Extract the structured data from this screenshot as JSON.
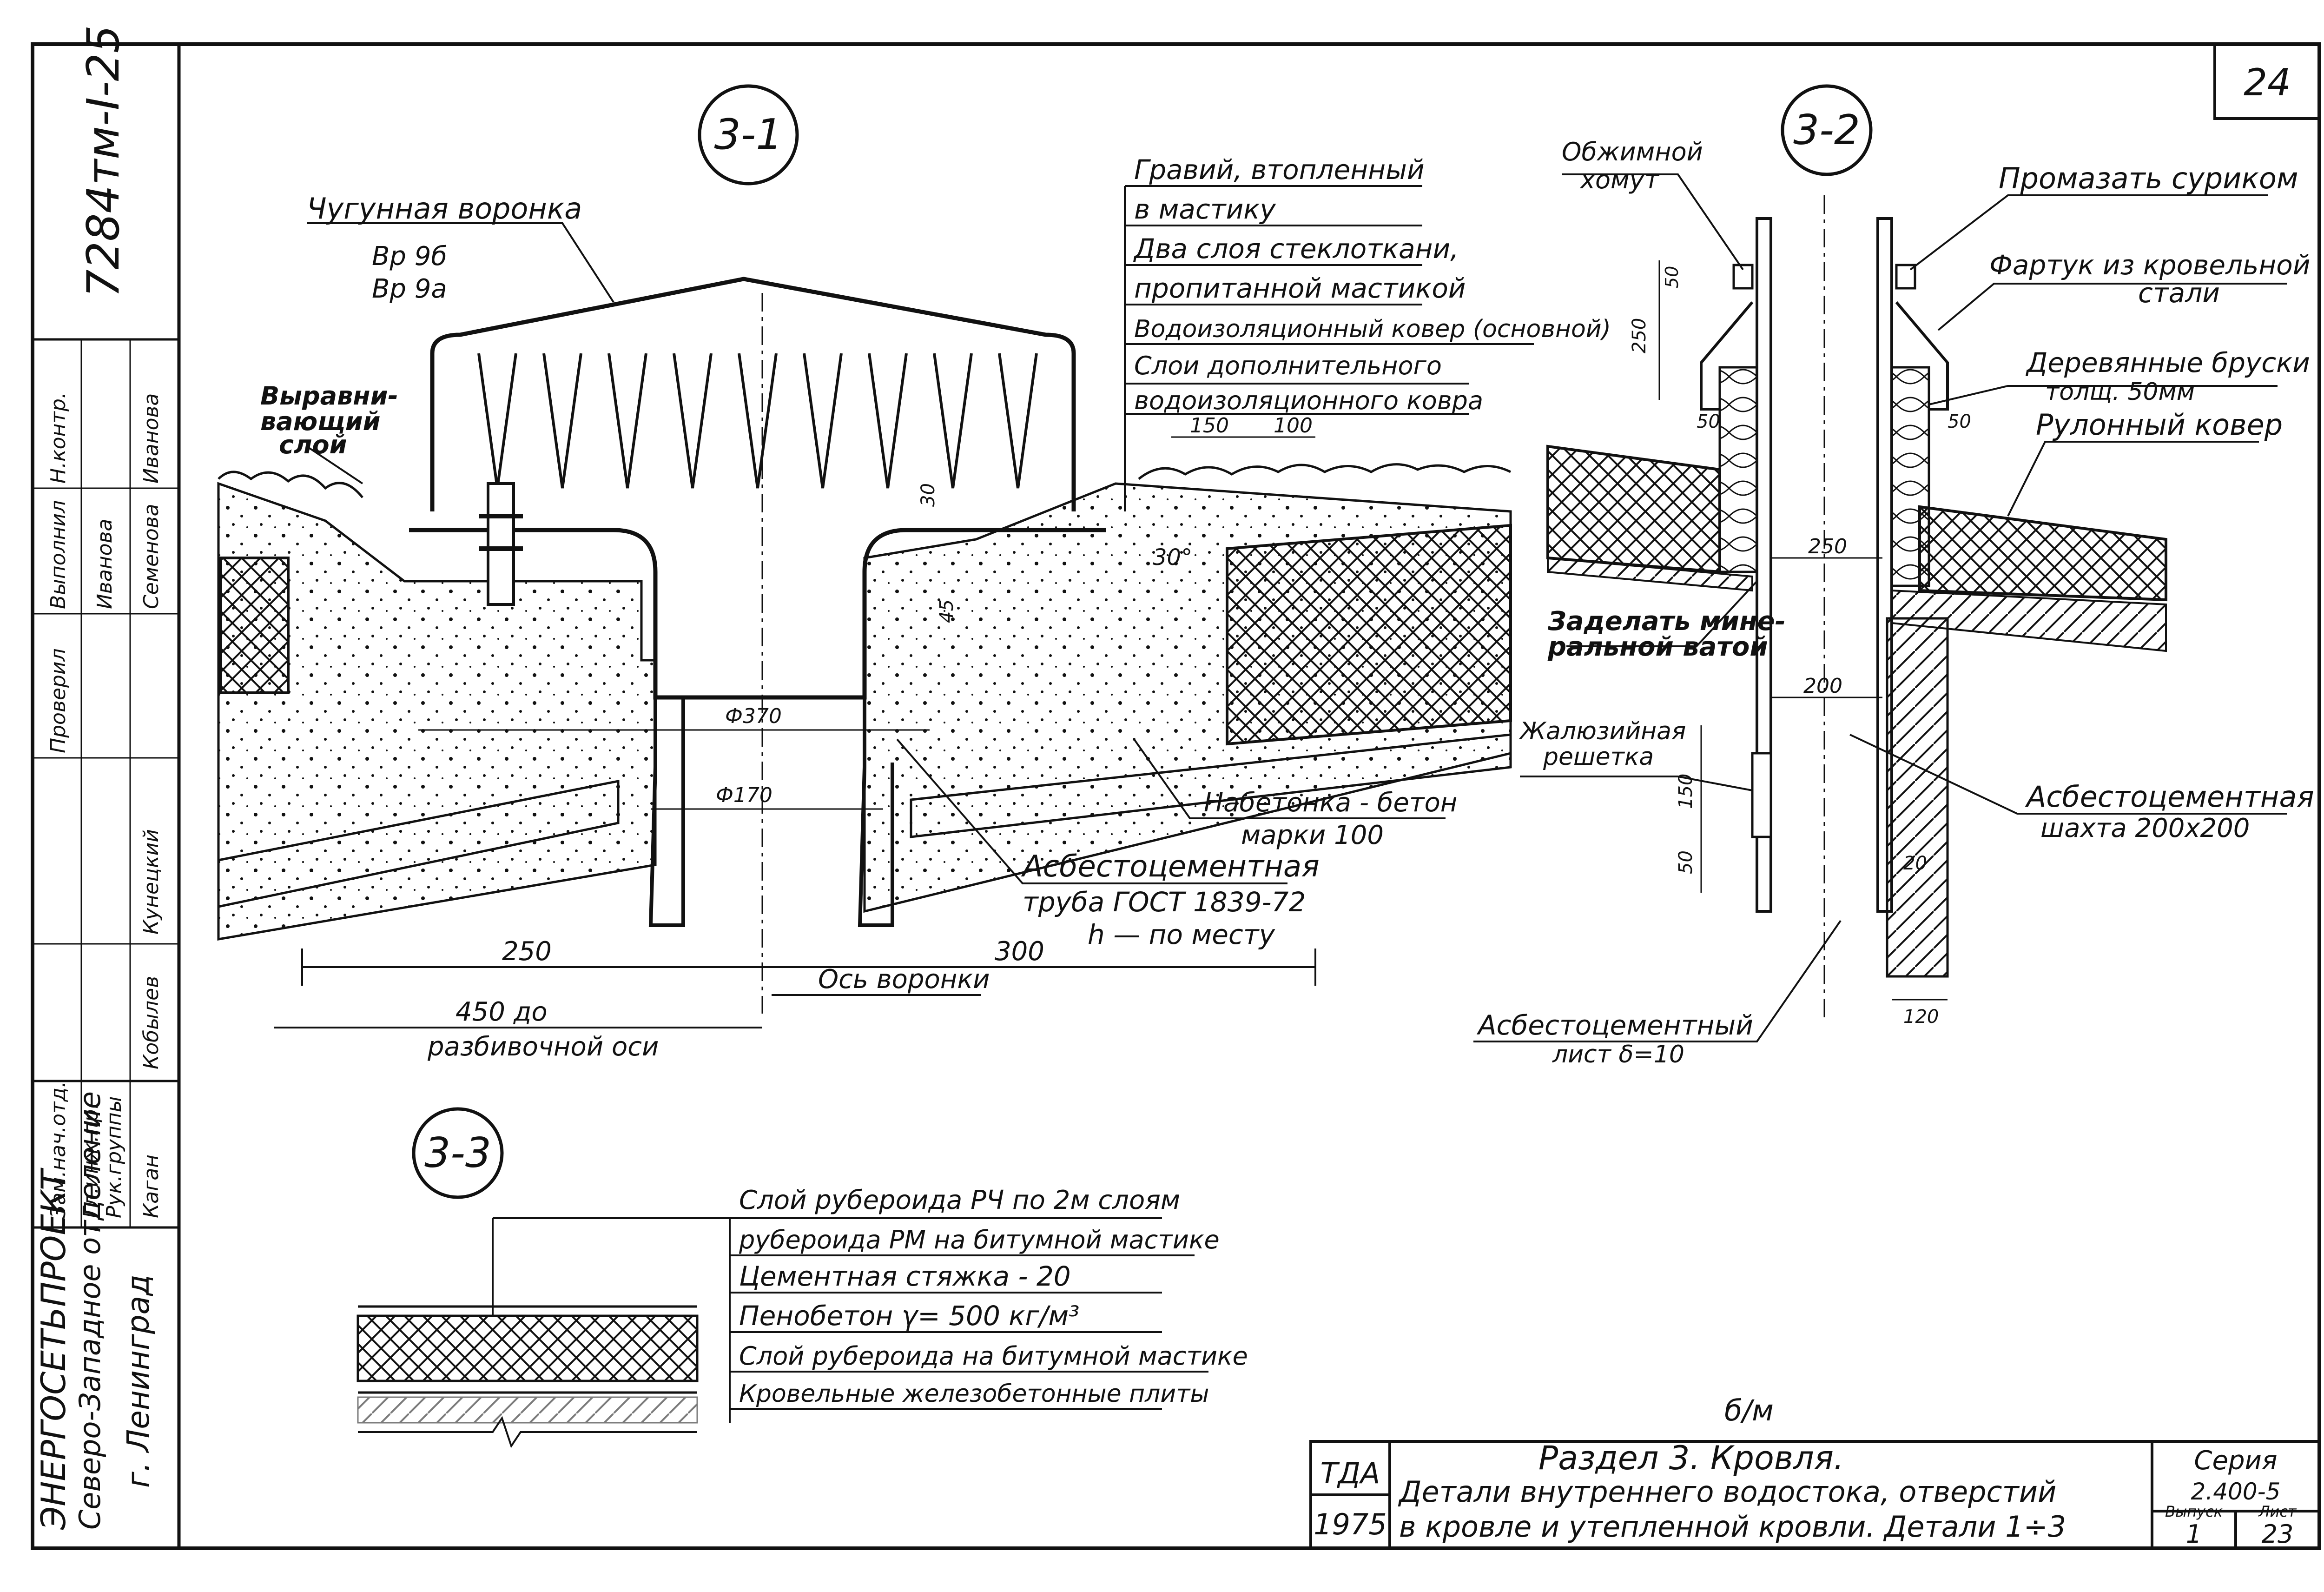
{
  "sheet_number": "24",
  "side_stamp": {
    "code": "7284тм-I-25",
    "org": "ЭНЕРГОСЕТЬПРОЕКТ",
    "branch": "Северо-Западное отделение",
    "city": "г. Ленинград",
    "roles": [
      "Зам.нач.отд.",
      "Гл.инж.пр.",
      "Рук.группы",
      "Н.контр.",
      "Проверил",
      "Выполнил"
    ],
    "names": [
      "Каган",
      "Кобылев",
      "Кунецкий",
      "Иванова",
      "Семенова",
      "Иванова"
    ]
  },
  "detail_3_1": {
    "marker": "3-1",
    "funnel_label": "Чугунная воронка",
    "funnel_types": [
      "Вр 9б",
      "Вр 9а"
    ],
    "leveling_layer": [
      "Выравни-",
      "вающий",
      "слой"
    ],
    "legend": [
      "Гравий, втопленный",
      "в мастику",
      "Два слоя стеклоткани,",
      "пропитанной мастикой",
      "Водоизоляционный ковер (основной)",
      "Слои дополнительного",
      "водоизоляционного ковра"
    ],
    "dim_150": "150",
    "dim_100": "100",
    "dim_30": "30",
    "dim_45": "45",
    "angle": "30°",
    "diam_370": "Ф370",
    "diam_170": "Ф170",
    "concrete_label": [
      "Набетонка - бетон",
      "марки 100"
    ],
    "pipe_label": [
      "Асбестоцементная",
      "труба ГОСТ 1839-72",
      "h — по месту"
    ],
    "dim_250": "250",
    "dim_300": "300",
    "axis_label": "Ось воронки",
    "dim_450_label": [
      "450 до",
      "разбивочной оси"
    ]
  },
  "detail_3_2": {
    "marker": "3-2",
    "clamp_label": [
      "Обжимной",
      "хомут"
    ],
    "paint_label": "Промазать суриком",
    "apron_label": [
      "Фартук из кровельной",
      "стали"
    ],
    "bars_label": [
      "Деревянные бруски",
      "толщ. 50мм"
    ],
    "roll_label": "Рулонный ковер",
    "seal_label": [
      "Заделать мине-",
      "ральной ватой"
    ],
    "grate_label": [
      "Жалюзийная",
      "решетка"
    ],
    "shaft_label": [
      "Асбестоцементная",
      "шахта 200х200"
    ],
    "sheet_label": [
      "Асбестоцементный",
      "лист δ=10"
    ],
    "dims": [
      "50",
      "250",
      "50",
      "50",
      "250",
      "200",
      "150",
      "50",
      "20",
      "120"
    ]
  },
  "detail_3_3": {
    "marker": "3-3",
    "legend": [
      "Слой рубероида РЧ по 2м слоям",
      "рубероида РМ на битумной мастике",
      "Цементная стяжка - 20",
      "Пенобетон γ= 500 кг/м³",
      "Слой рубероида на битумной мастике",
      "Кровельные железобетонные плиты"
    ]
  },
  "note": "б/м",
  "title_block": {
    "org": "ТДА",
    "year": "1975",
    "section": "Раздел 3. Кровля.",
    "title_line1": "Детали внутреннего водостока, отверстий",
    "title_line2": "в кровле и утепленной кровли. Детали 1÷3",
    "series_label": "Серия",
    "series_value": "2.400-5",
    "issue_label": "Выпуск",
    "issue_value": "1",
    "sheet_label": "Лист",
    "sheet_value": "23"
  }
}
